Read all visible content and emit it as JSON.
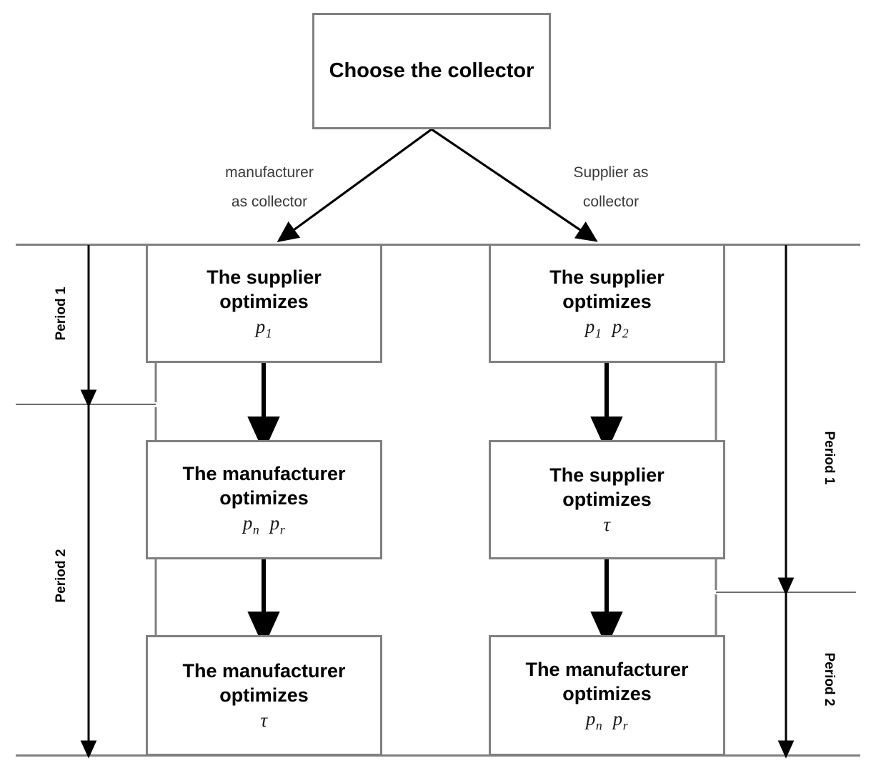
{
  "diagram": {
    "title": "Collector choice two-period game tree",
    "root": {
      "label": "Choose the collector"
    },
    "branches": [
      {
        "id": "left",
        "label_line1": "manufacturer",
        "label_line2": "as collector"
      },
      {
        "id": "right",
        "label_line1": "Supplier as",
        "label_line2": "collector"
      }
    ],
    "left_branch": {
      "steps": [
        {
          "actor": "The supplier",
          "action": "optimizes",
          "vars": "p1"
        },
        {
          "actor": "The manufacturer",
          "action": "optimizes",
          "vars": "pn  pr"
        },
        {
          "actor": "The manufacturer",
          "action": "optimizes",
          "vars": "τ"
        }
      ]
    },
    "right_branch": {
      "steps": [
        {
          "actor": "The supplier",
          "action": "optimizes",
          "vars": "p1  p2"
        },
        {
          "actor": "The supplier",
          "action": "optimizes",
          "vars": "τ"
        },
        {
          "actor": "The manufacturer",
          "action": "optimizes",
          "vars": "pn  pr"
        }
      ]
    },
    "periods": {
      "left": [
        {
          "label": "Period 1"
        },
        {
          "label": "Period 2"
        }
      ],
      "right": [
        {
          "label": "Period 1"
        },
        {
          "label": "Period 2"
        }
      ]
    },
    "colors": {
      "box_border": "#808080",
      "arrow": "#000000",
      "text": "#000000",
      "edge_label_text": "#3a3a3a",
      "background": "#ffffff"
    }
  }
}
